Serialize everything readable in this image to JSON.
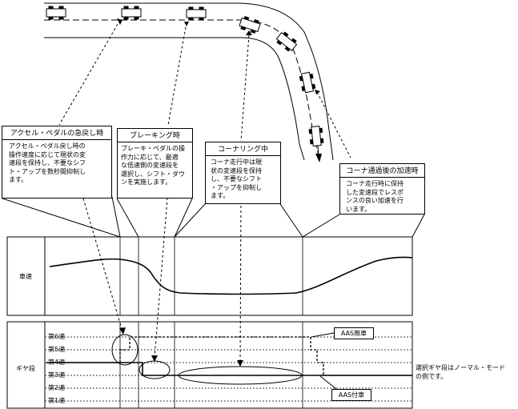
{
  "callouts": [
    {
      "title": "アクセル・ペダルの急戻し時",
      "lines": [
        "アクセル・ペダル戻し時の",
        "操作速度に応じて現状の変",
        "速段を保持し、不要なシフ",
        "ト・アップを数秒間抑制し",
        "ます。"
      ]
    },
    {
      "title": "ブレーキング時",
      "lines": [
        "ブレーキ・ペダルの操",
        "作力に応じて、最適",
        "な低速側の変速段を",
        "選択し、シフト・ダウ",
        "ンを実施します。"
      ]
    },
    {
      "title": "コーナリング中",
      "lines": [
        "コーナ走行中は現",
        "状の変速段を保持",
        "し、不要なシフト",
        "・アップを抑制し",
        "ます。"
      ]
    },
    {
      "title": "コーナ通過後の加速時",
      "lines": [
        "コーナ走行時に保持",
        "した変速段でレスポ",
        "ンスの良い加速を行",
        "います。"
      ]
    }
  ],
  "chart": {
    "speed_label": "車速",
    "gear_label": "ギヤ段",
    "gears": [
      "第6速",
      "第5速",
      "第4速",
      "第3速",
      "第2速",
      "第1速"
    ]
  },
  "legend": {
    "aas_off": "AAS無車",
    "aas_on": "AAS付車"
  },
  "note": [
    "選択ギヤ段はノーマル・モード",
    "の例です。"
  ],
  "colors": {
    "line": "#000000",
    "background": "#ffffff"
  }
}
